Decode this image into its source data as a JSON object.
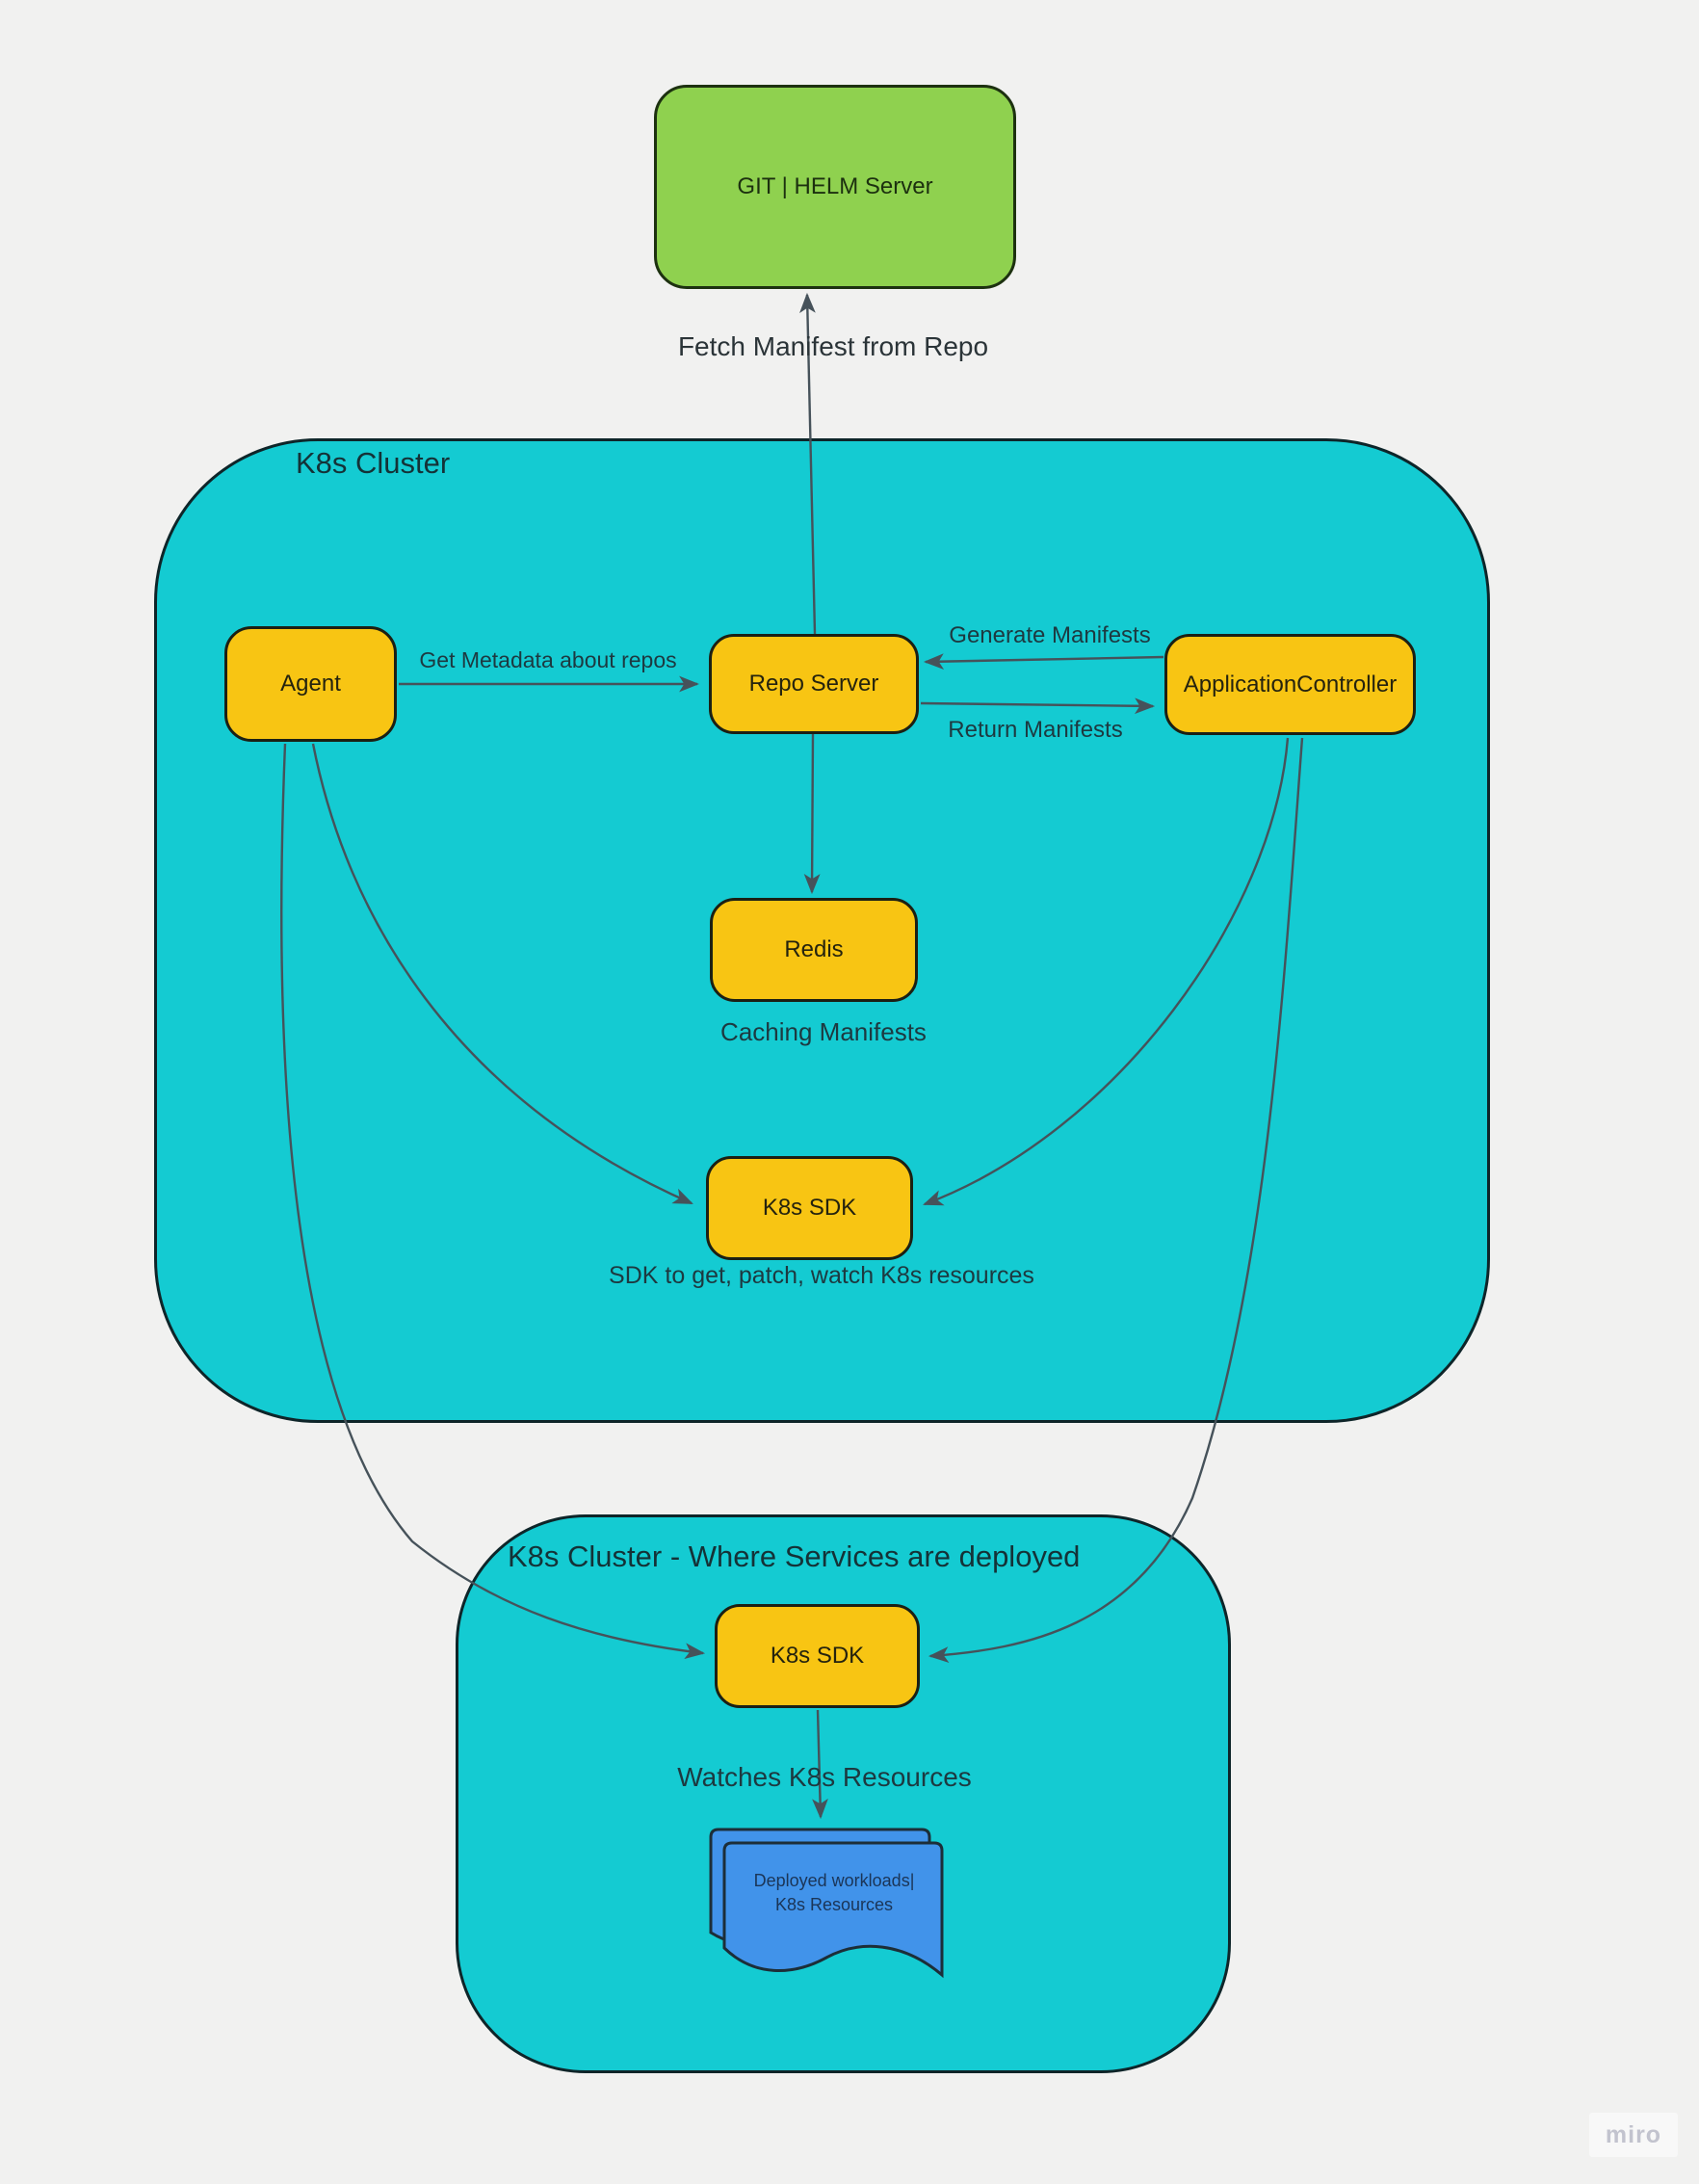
{
  "board": {
    "watermark": "miro",
    "background_color": "#f1f1f0"
  },
  "colors": {
    "cluster_fill": "#14cbd2",
    "node_fill_yellow": "#f8c513",
    "node_fill_green": "#8fd14f",
    "document_fill": "#4193ea",
    "connector": "#46525a",
    "dark_border": "#1b2014",
    "text_dark": "#1d3940"
  },
  "containers": {
    "cluster1": {
      "title": "K8s Cluster"
    },
    "cluster2": {
      "title": "K8s Cluster - Where Services are deployed"
    }
  },
  "nodes": {
    "git_helm": {
      "label": "GIT | HELM Server",
      "shape": "rounded-rect",
      "color": "green"
    },
    "agent": {
      "label": "Agent",
      "shape": "rounded-rect",
      "color": "yellow"
    },
    "repo_server": {
      "label": "Repo Server",
      "shape": "rounded-rect",
      "color": "yellow"
    },
    "application_controller": {
      "label": "ApplicationController",
      "shape": "rounded-rect",
      "color": "yellow"
    },
    "redis": {
      "label": "Redis",
      "shape": "rounded-rect",
      "color": "yellow"
    },
    "k8s_sdk_1": {
      "label": "K8s SDK",
      "shape": "rounded-rect",
      "color": "yellow"
    },
    "k8s_sdk_2": {
      "label": "K8s SDK",
      "shape": "rounded-rect",
      "color": "yellow"
    },
    "workloads_doc": {
      "line1": "Deployed workloads|",
      "line2": "K8s Resources",
      "shape": "document-stack",
      "color": "blue"
    }
  },
  "annotations": {
    "fetch_manifest": "Fetch Manifest from Repo",
    "get_metadata": "Get Metadata about repos",
    "generate_manifests": "Generate Manifests",
    "return_manifests": "Return Manifests",
    "caching_manifests": "Caching Manifests",
    "sdk_description": "SDK to get, patch, watch K8s resources",
    "watches_resources": "Watches K8s Resources"
  },
  "edges": [
    {
      "from": "repo_server",
      "to": "git_helm",
      "label": "Fetch Manifest from Repo"
    },
    {
      "from": "agent",
      "to": "repo_server",
      "label": "Get Metadata about repos"
    },
    {
      "from": "application_controller",
      "to": "repo_server",
      "label": "Generate Manifests"
    },
    {
      "from": "repo_server",
      "to": "application_controller",
      "label": "Return Manifests"
    },
    {
      "from": "repo_server",
      "to": "redis",
      "label": "Caching Manifests"
    },
    {
      "from": "agent",
      "to": "k8s_sdk_1",
      "label": ""
    },
    {
      "from": "application_controller",
      "to": "k8s_sdk_1",
      "label": ""
    },
    {
      "from": "agent",
      "to": "k8s_sdk_2",
      "label": ""
    },
    {
      "from": "application_controller",
      "to": "k8s_sdk_2",
      "label": ""
    },
    {
      "from": "k8s_sdk_2",
      "to": "workloads_doc",
      "label": "Watches K8s Resources"
    }
  ]
}
